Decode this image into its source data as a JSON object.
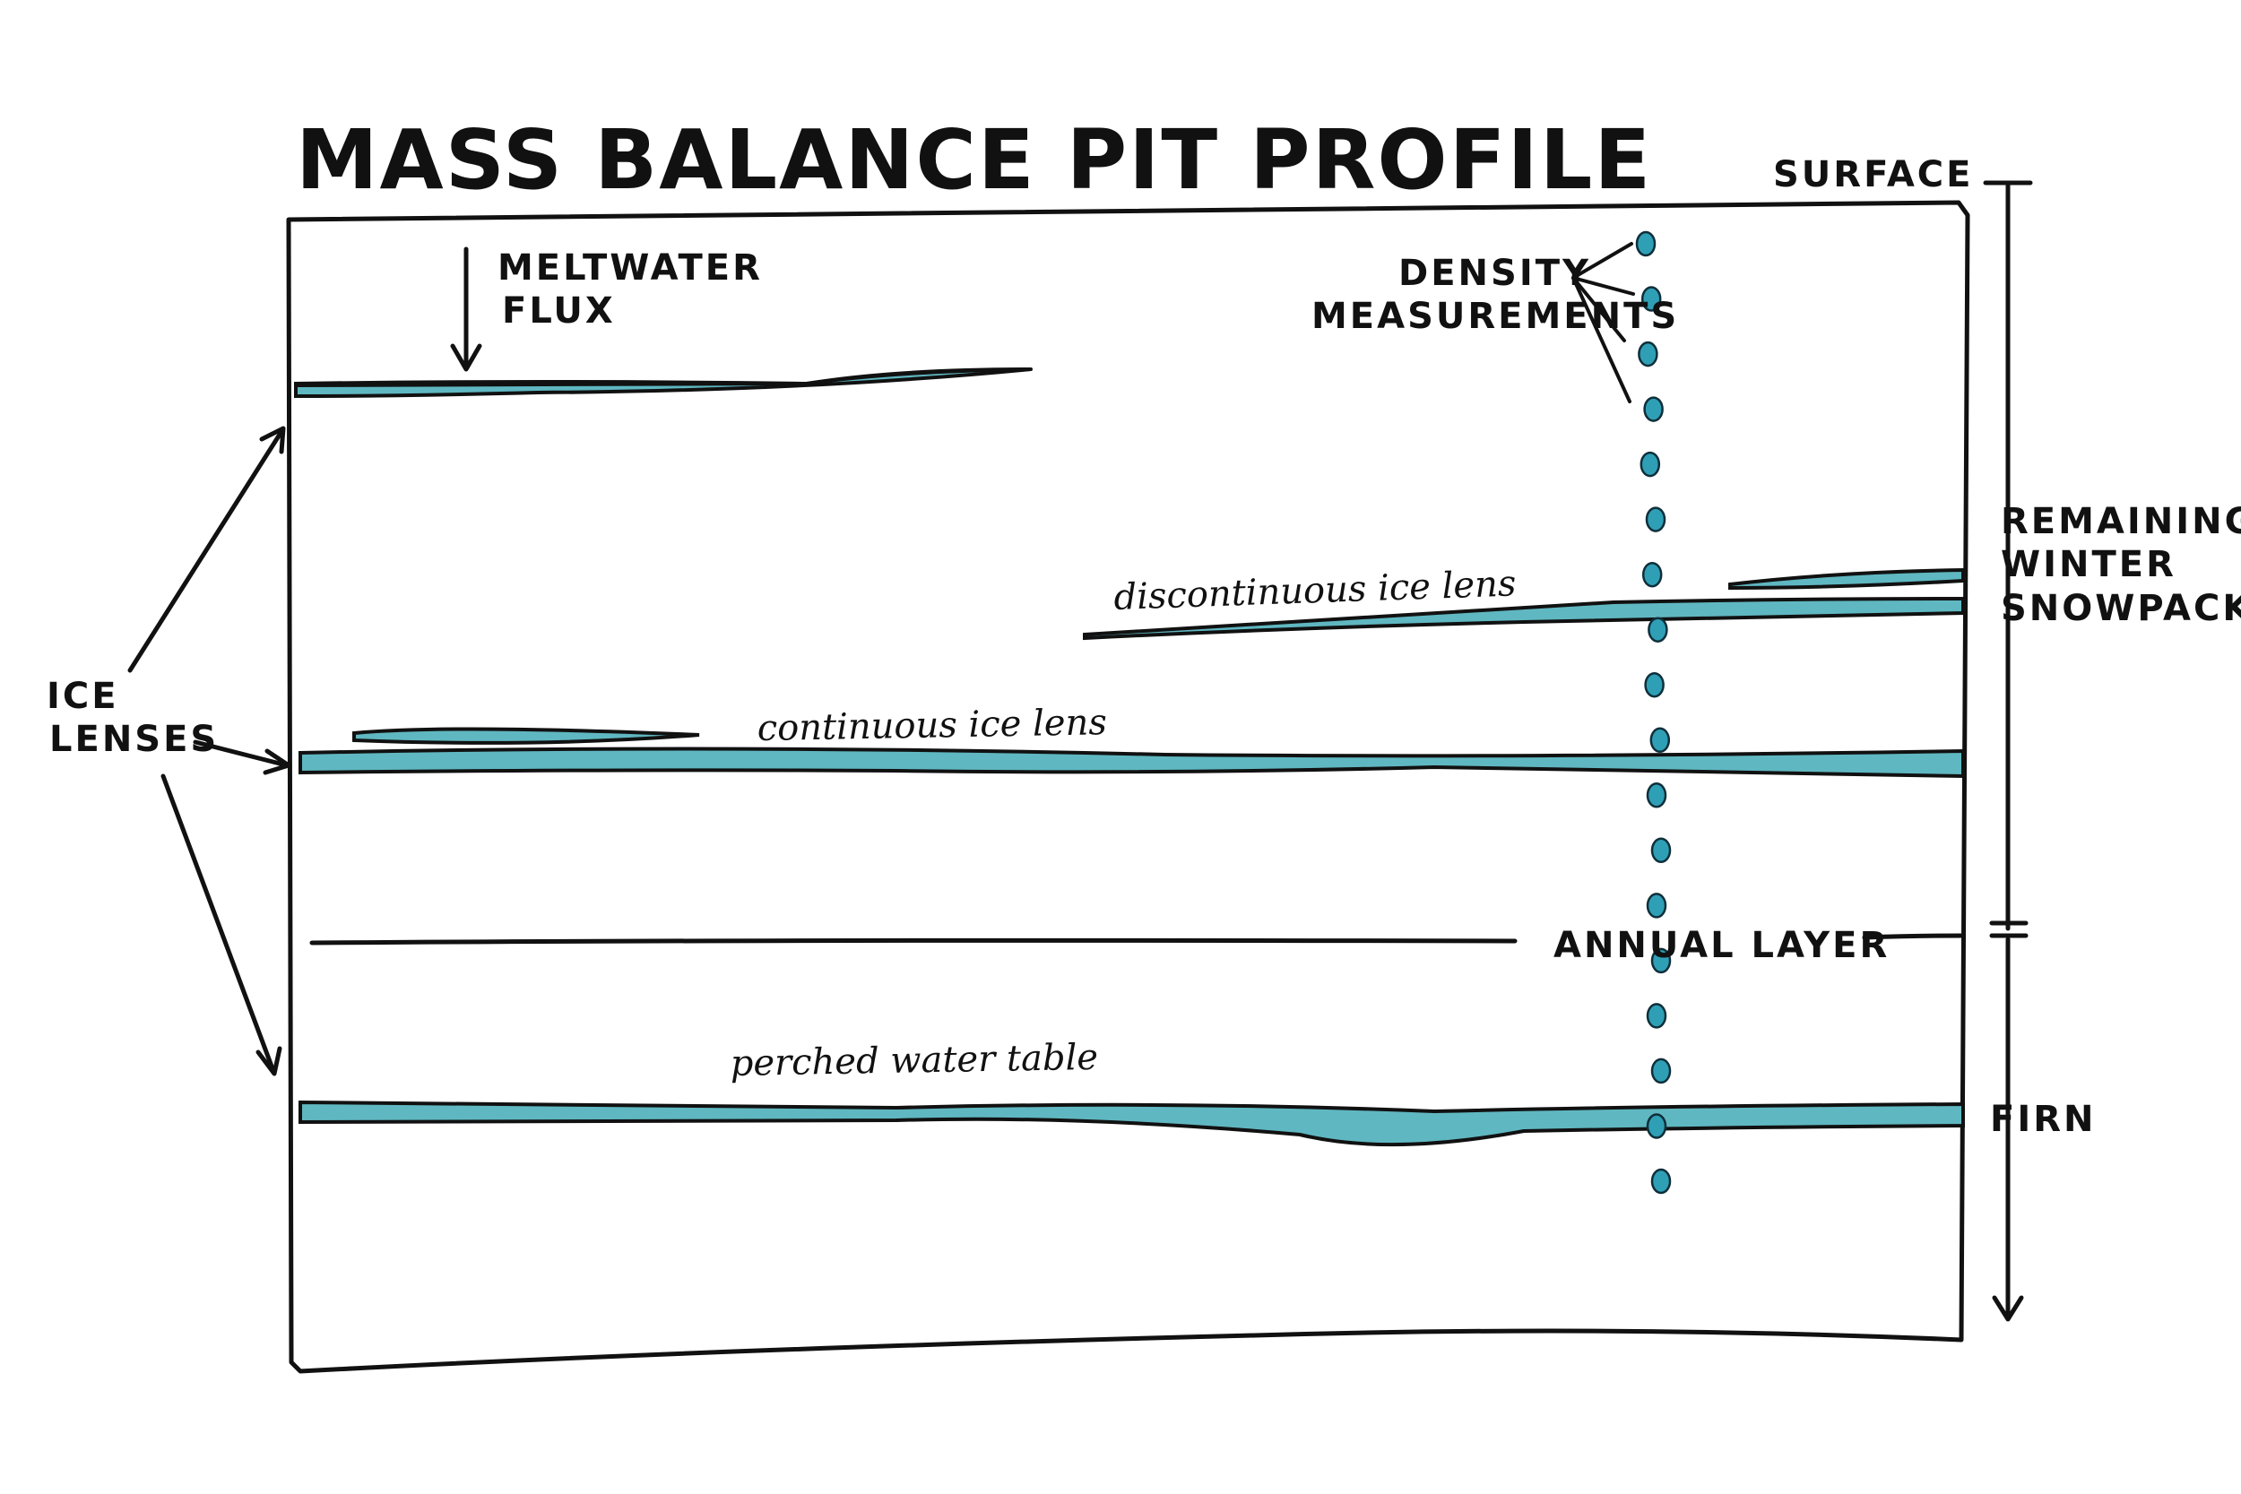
{
  "title": "MASS BALANCE PIT PROFILE",
  "labels": {
    "surface": "SURFACE",
    "meltwater_flux_line1": "MELTWATER",
    "meltwater_flux_line2": "FLUX",
    "density_line1": "DENSITY",
    "density_line2": "MEASUREMENTS",
    "remaining_line1": "REMAINING",
    "remaining_line2": "WINTER",
    "remaining_line3": "SNOWPACK",
    "ice_lenses_line1": "ICE",
    "ice_lenses_line2": "LENSES",
    "discontinuous": "discontinuous ice lens",
    "continuous": "continuous ice lens",
    "annual_layer": "ANNUAL LAYER",
    "perched": "perched water table",
    "firn": "FIRN"
  },
  "colors": {
    "snow": "#b5e3e9",
    "ice": "#5fb7c1",
    "ink": "#111111",
    "density_dot": "#2f9fb6"
  },
  "density_measurements": {
    "count": 18
  }
}
